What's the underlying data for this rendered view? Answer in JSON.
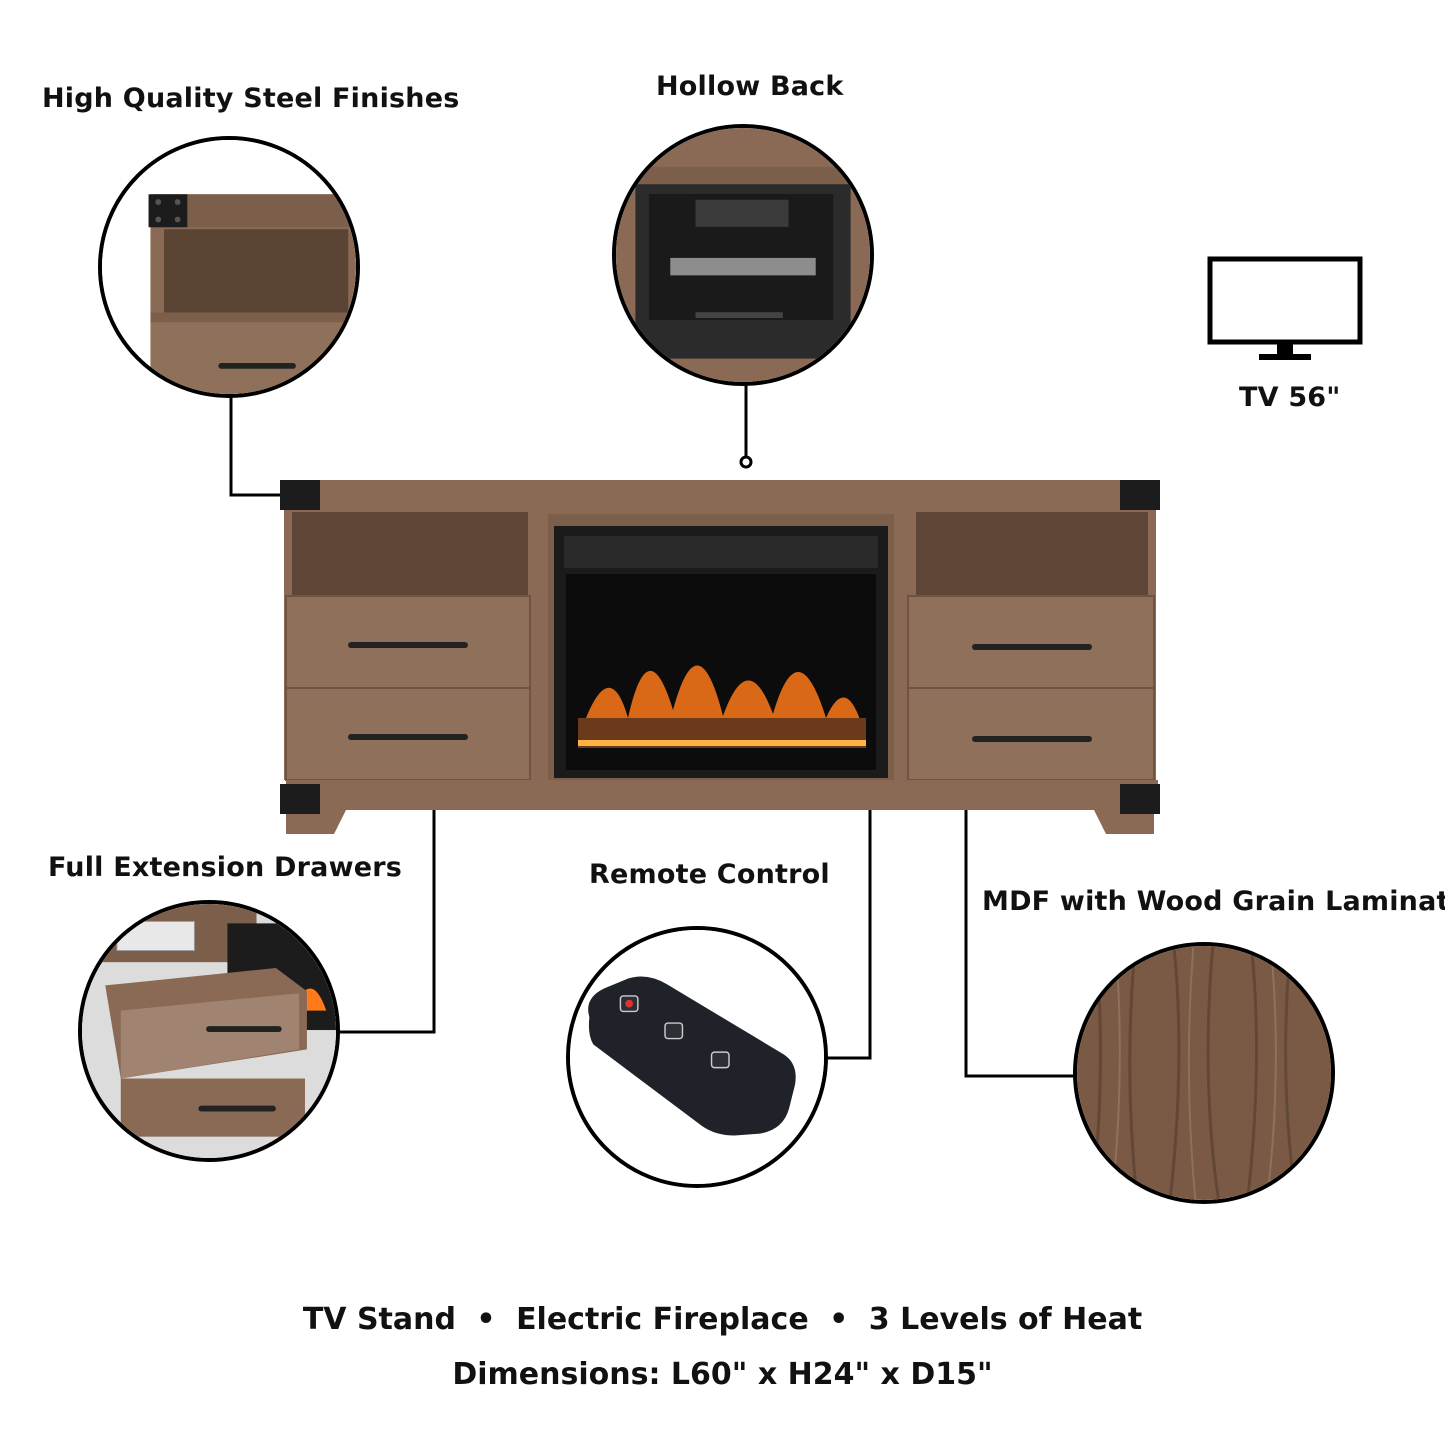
{
  "features": {
    "steel": "High Quality Steel Finishes",
    "hollow_back": "Hollow Back",
    "drawers": "Full Extension Drawers",
    "remote": "Remote Control",
    "mdf": "MDF with Wood Grain Laminate"
  },
  "tv": {
    "label": "TV 56\""
  },
  "tagline": {
    "items": [
      "TV Stand",
      "Electric Fireplace",
      "3 Levels of Heat"
    ],
    "separator": "•",
    "dimensions": "Dimensions: L60\" x H24\" x D15\""
  },
  "colors": {
    "wood": "#8a6a55",
    "wood_dark": "#6f5442",
    "steel": "#1c1c1c",
    "flame": "#ff7a1a"
  }
}
